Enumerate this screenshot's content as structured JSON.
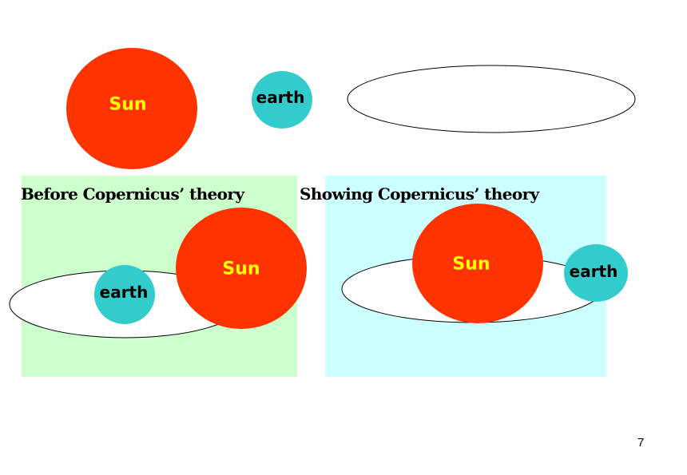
{
  "colors": {
    "sun": "#ff3300",
    "earth": "#33cccc",
    "orbit_fill": "#ffffff",
    "orbit_stroke": "#000000",
    "panel_before": "#ccffcc",
    "panel_showing": "#ccffff",
    "sun_text": "#ffff00"
  },
  "legend": {
    "sun_label": "Sun",
    "earth_label": "earth"
  },
  "panels": {
    "before": {
      "heading": "Before Copernicus’ theory",
      "sun_label": "Sun",
      "earth_label": "earth"
    },
    "showing": {
      "heading": "Showing Copernicus’ theory",
      "sun_label": "Sun",
      "earth_label": "earth"
    }
  },
  "page_number": "7"
}
